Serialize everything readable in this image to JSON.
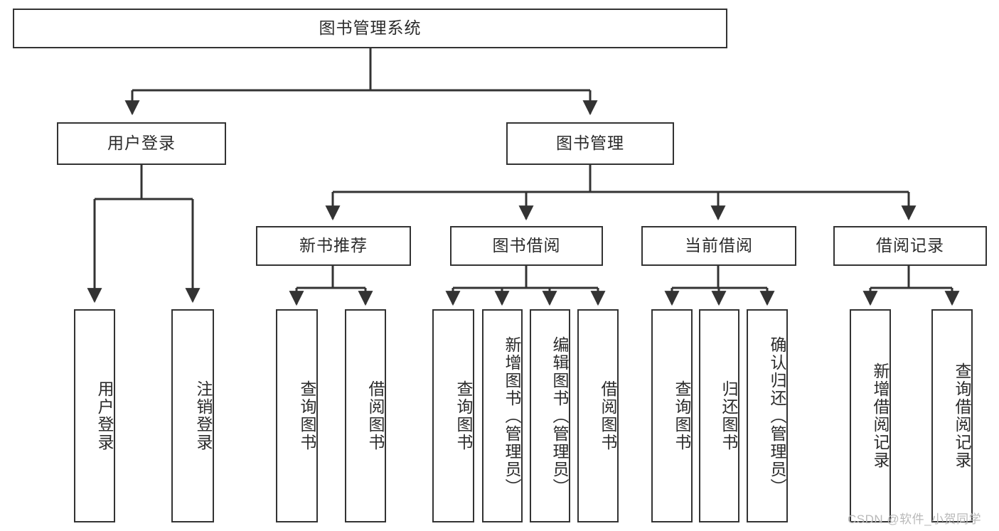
{
  "diagram": {
    "title": "图书管理系统",
    "type": "tree-hierarchy",
    "root": {
      "label": "图书管理系统"
    },
    "level1": [
      {
        "label": "用户登录"
      },
      {
        "label": "图书管理"
      }
    ],
    "level2": [
      {
        "label": "新书推荐",
        "parent": "图书管理"
      },
      {
        "label": "图书借阅",
        "parent": "图书管理"
      },
      {
        "label": "当前借阅",
        "parent": "图书管理"
      },
      {
        "label": "借阅记录",
        "parent": "图书管理"
      }
    ],
    "leaves": {
      "user_login": [
        {
          "label": "用户登录"
        },
        {
          "label": "注销登录"
        }
      ],
      "new_book_recommend": [
        {
          "label": "查询图书"
        },
        {
          "label": "借阅图书"
        }
      ],
      "book_borrow": [
        {
          "label": "查询图书"
        },
        {
          "label": "新增图书（管理员）"
        },
        {
          "label": "编辑图书（管理员）"
        },
        {
          "label": "借阅图书"
        }
      ],
      "current_borrow": [
        {
          "label": "查询图书"
        },
        {
          "label": "归还图书"
        },
        {
          "label": "确认归还（管理员）"
        }
      ],
      "borrow_record": [
        {
          "label": "新增借阅记录"
        },
        {
          "label": "查询借阅记录"
        }
      ]
    }
  },
  "watermark": {
    "text": "CSDN @软件_小贺同学"
  },
  "colors": {
    "stroke": "#333333",
    "box_fill": "#ffffff",
    "text": "#2b2b2b",
    "watermark": "#b9b9b9"
  }
}
